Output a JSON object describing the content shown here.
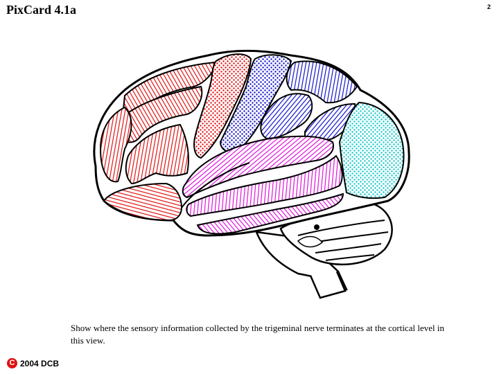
{
  "card": {
    "title": "PixCard 4.1a",
    "page_number": "2"
  },
  "question": "Show where the sensory information collected by the trigeminal nerve terminates at the cortical level in this view.",
  "copyright": {
    "symbol": "C",
    "text": "2004 DCB"
  },
  "colors": {
    "frontal": "#e01010",
    "parietal_stipple": "#1010cc",
    "parietal_lines": "#1010cc",
    "precentral": "#e01010",
    "temporal": "#dd10dd",
    "occipital": "#10c8c8",
    "outline": "#000000"
  }
}
